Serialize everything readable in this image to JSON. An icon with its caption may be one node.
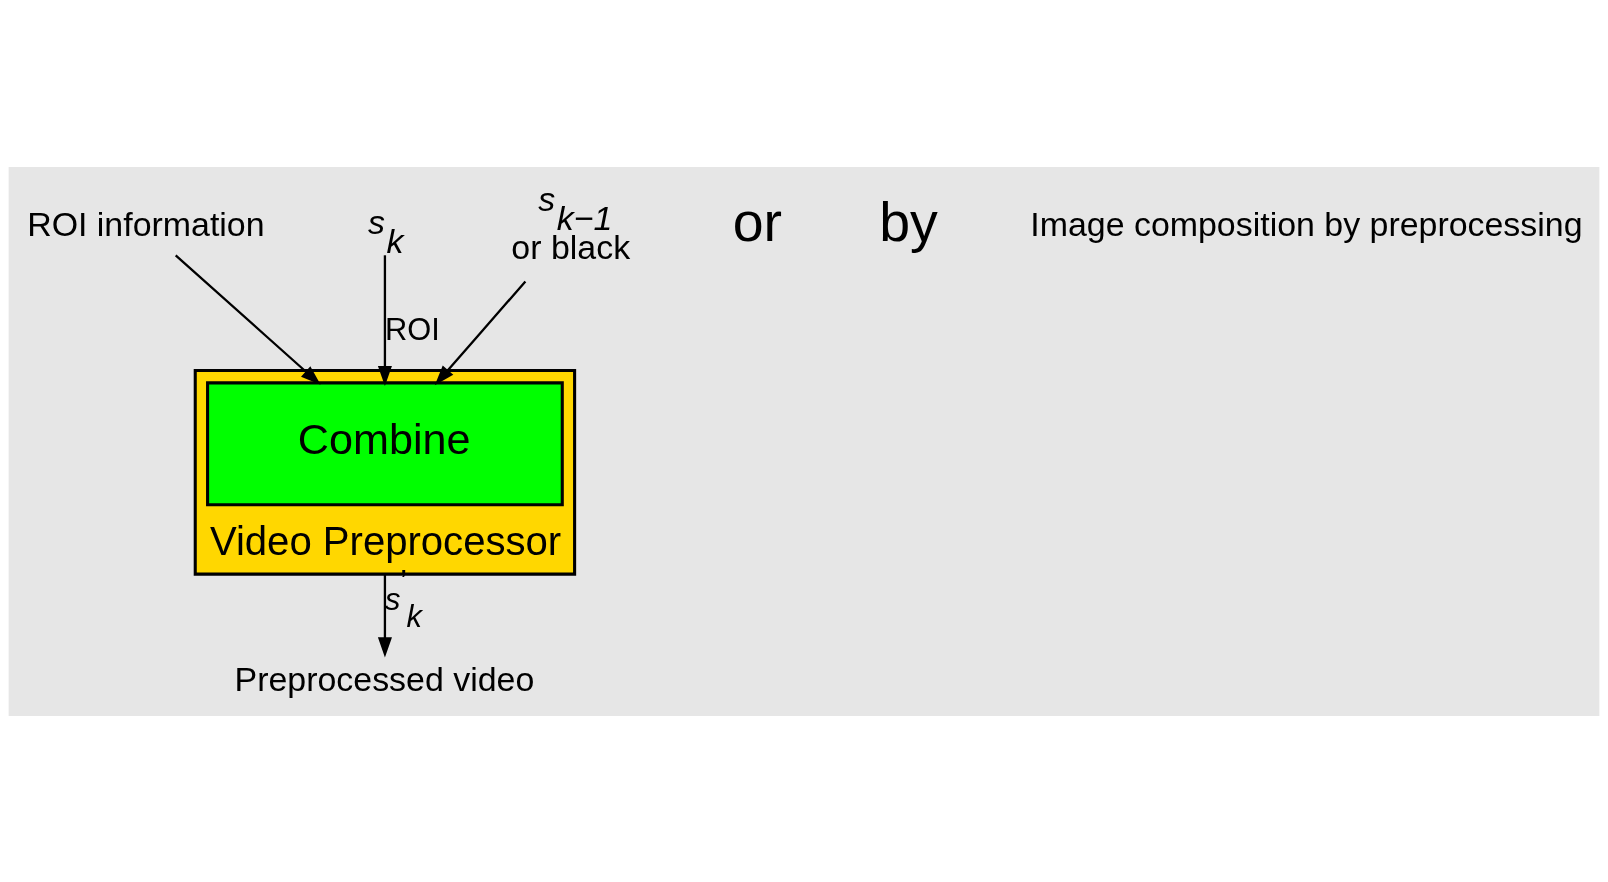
{
  "diagram": {
    "nodes": [
      {
        "text": [
          "Video Preprocessor"
        ]
      },
      {
        "text": [
          "Combine"
        ],
        "in": 0
      },
      {
        "text": [
          "ROI information"
        ]
      },
      {
        "text": [
          "*s*$_{k}$"
        ]
      },
      {
        "text": [
          "*s*$_{k−1}$",
          "or black"
        ]
      },
      {
        "text": [
          "Preprocessed video"
        ]
      }
    ],
    "edges": [
      {
        "from": 2,
        "to": 1,
        "arrow": "to"
      },
      {
        "from": 3,
        "to": 1,
        "arrow": "to",
        "label": "ROI"
      },
      {
        "from": 4,
        "to": 1,
        "arrow": "to"
      },
      {
        "from": 0,
        "to": 5,
        "arrow": "to",
        "label": "*s*$^{’}$$_{k}$"
      }
    ],
    "labels": [
      "or",
      "by",
      "Image composition by preprocessing"
    ]
  }
}
